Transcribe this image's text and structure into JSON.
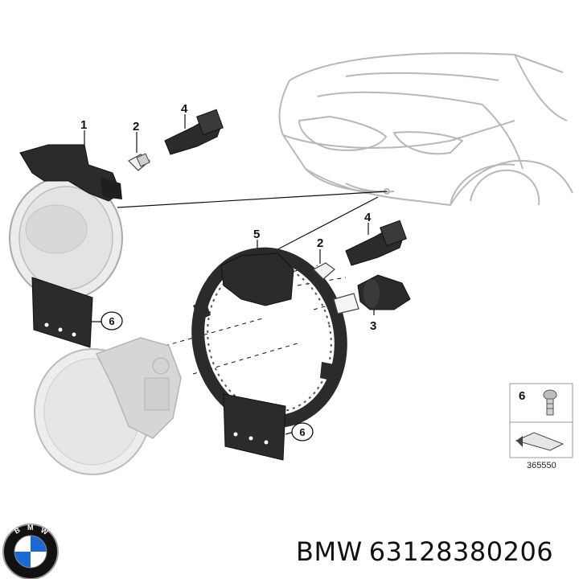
{
  "callouts": {
    "c1": "1",
    "c2_top": "2",
    "c4_top": "4",
    "c5": "5",
    "c2_mid": "2",
    "c4_mid": "4",
    "c3": "3",
    "c6_left": "6",
    "c6_right": "6"
  },
  "legend_box": {
    "number": "6",
    "ref_code": "365550"
  },
  "brand": {
    "name": "BMW",
    "part_number": "63128380206"
  },
  "logo": {
    "lettering": "BMW",
    "colors": {
      "ring": "#111111",
      "blue": "#1c69d4",
      "white": "#ffffff"
    }
  },
  "colors": {
    "line_art": "#b8b8b8",
    "dark_part": "#2b2b2b",
    "lens": "#e8e8e8"
  }
}
